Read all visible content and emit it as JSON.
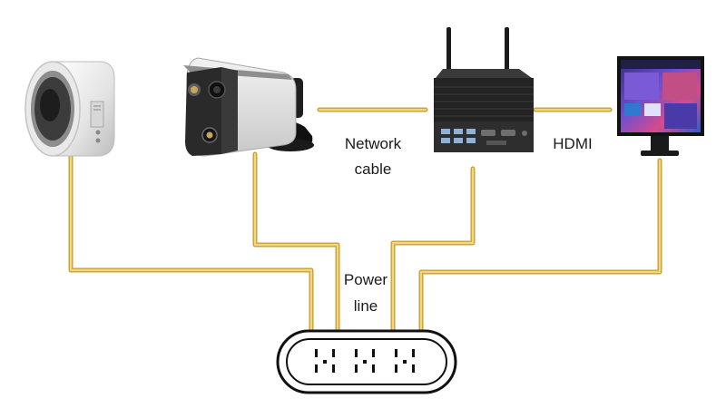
{
  "labels": {
    "network_line1": "Network",
    "network_line2": "cable",
    "hdmi": "HDMI",
    "power_line1": "Power",
    "power_line2": "line"
  },
  "devices": [
    {
      "id": "blackbody",
      "icon": "blackbody-calibrator-icon"
    },
    {
      "id": "camera",
      "icon": "thermal-bullet-camera-icon"
    },
    {
      "id": "minipc",
      "icon": "mini-pc-icon"
    },
    {
      "id": "monitor",
      "icon": "monitor-icon"
    }
  ],
  "colors": {
    "cable": "#e8c55a",
    "cable_shadow": "#c9a236",
    "device_dark": "#2a2a2a",
    "device_light": "#ececec",
    "outline": "#111111"
  }
}
